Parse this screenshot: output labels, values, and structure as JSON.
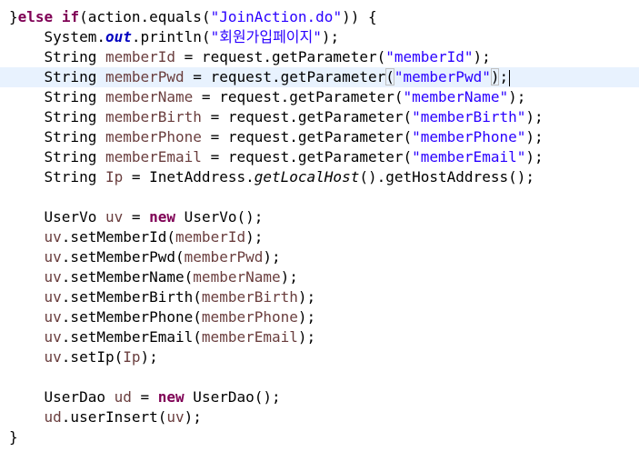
{
  "editor": {
    "language": "java",
    "current_line": 4,
    "lines": [
      [
        {
          "t": "}"
        },
        {
          "t": "else",
          "c": "kw"
        },
        {
          "t": " "
        },
        {
          "t": "if",
          "c": "kw"
        },
        {
          "t": "(action.equals("
        },
        {
          "t": "\"JoinAction.do\"",
          "c": "str"
        },
        {
          "t": ")) {"
        }
      ],
      [
        {
          "t": "    System."
        },
        {
          "t": "out",
          "c": "field"
        },
        {
          "t": ".println("
        },
        {
          "t": "\"회원가입페이지\"",
          "c": "str"
        },
        {
          "t": ");"
        }
      ],
      [
        {
          "t": "    String "
        },
        {
          "t": "memberId",
          "c": "var"
        },
        {
          "t": " = request.getParameter("
        },
        {
          "t": "\"memberId\"",
          "c": "str"
        },
        {
          "t": ");"
        }
      ],
      [
        {
          "t": "    String "
        },
        {
          "t": "memberPwd",
          "c": "var"
        },
        {
          "t": " = request.getParameter"
        },
        {
          "t": "(",
          "c": "bracket"
        },
        {
          "t": "\"memberPwd\"",
          "c": "str"
        },
        {
          "t": ")",
          "c": "bracket"
        },
        {
          "t": ";"
        }
      ],
      [
        {
          "t": "    String "
        },
        {
          "t": "memberName",
          "c": "var"
        },
        {
          "t": " = request.getParameter("
        },
        {
          "t": "\"memberName\"",
          "c": "str"
        },
        {
          "t": ");"
        }
      ],
      [
        {
          "t": "    String "
        },
        {
          "t": "memberBirth",
          "c": "var"
        },
        {
          "t": " = request.getParameter("
        },
        {
          "t": "\"memberBirth\"",
          "c": "str"
        },
        {
          "t": ");"
        }
      ],
      [
        {
          "t": "    String "
        },
        {
          "t": "memberPhone",
          "c": "var"
        },
        {
          "t": " = request.getParameter("
        },
        {
          "t": "\"memberPhone\"",
          "c": "str"
        },
        {
          "t": ");"
        }
      ],
      [
        {
          "t": "    String "
        },
        {
          "t": "memberEmail",
          "c": "var"
        },
        {
          "t": " = request.getParameter("
        },
        {
          "t": "\"memberEmail\"",
          "c": "str"
        },
        {
          "t": ");"
        }
      ],
      [
        {
          "t": "    String "
        },
        {
          "t": "Ip",
          "c": "var"
        },
        {
          "t": " = InetAddress."
        },
        {
          "t": "getLocalHost",
          "c": "static"
        },
        {
          "t": "().getHostAddress();"
        }
      ],
      [],
      [
        {
          "t": "    UserVo "
        },
        {
          "t": "uv",
          "c": "var"
        },
        {
          "t": " = "
        },
        {
          "t": "new",
          "c": "kw"
        },
        {
          "t": " UserVo();"
        }
      ],
      [
        {
          "t": "    "
        },
        {
          "t": "uv",
          "c": "var"
        },
        {
          "t": ".setMemberId("
        },
        {
          "t": "memberId",
          "c": "var"
        },
        {
          "t": ");"
        }
      ],
      [
        {
          "t": "    "
        },
        {
          "t": "uv",
          "c": "var"
        },
        {
          "t": ".setMemberPwd("
        },
        {
          "t": "memberPwd",
          "c": "var"
        },
        {
          "t": ");"
        }
      ],
      [
        {
          "t": "    "
        },
        {
          "t": "uv",
          "c": "var"
        },
        {
          "t": ".setMemberName("
        },
        {
          "t": "memberName",
          "c": "var"
        },
        {
          "t": ");"
        }
      ],
      [
        {
          "t": "    "
        },
        {
          "t": "uv",
          "c": "var"
        },
        {
          "t": ".setMemberBirth("
        },
        {
          "t": "memberBirth",
          "c": "var"
        },
        {
          "t": ");"
        }
      ],
      [
        {
          "t": "    "
        },
        {
          "t": "uv",
          "c": "var"
        },
        {
          "t": ".setMemberPhone("
        },
        {
          "t": "memberPhone",
          "c": "var"
        },
        {
          "t": ");"
        }
      ],
      [
        {
          "t": "    "
        },
        {
          "t": "uv",
          "c": "var"
        },
        {
          "t": ".setMemberEmail("
        },
        {
          "t": "memberEmail",
          "c": "var"
        },
        {
          "t": ");"
        }
      ],
      [
        {
          "t": "    "
        },
        {
          "t": "uv",
          "c": "var"
        },
        {
          "t": ".setIp("
        },
        {
          "t": "Ip",
          "c": "var"
        },
        {
          "t": ");"
        }
      ],
      [],
      [
        {
          "t": "    UserDao "
        },
        {
          "t": "ud",
          "c": "var"
        },
        {
          "t": " = "
        },
        {
          "t": "new",
          "c": "kw"
        },
        {
          "t": " UserDao();"
        }
      ],
      [
        {
          "t": "    "
        },
        {
          "t": "ud",
          "c": "var"
        },
        {
          "t": ".userInsert("
        },
        {
          "t": "uv",
          "c": "var"
        },
        {
          "t": ");"
        }
      ],
      [
        {
          "t": "}"
        }
      ]
    ]
  },
  "colors": {
    "keyword": "#7f0055",
    "string": "#2a00ff",
    "local_variable": "#6a3e3e",
    "static_field": "#0000c0",
    "current_line_highlight": "#e8f2fe",
    "background": "#ffffff"
  }
}
